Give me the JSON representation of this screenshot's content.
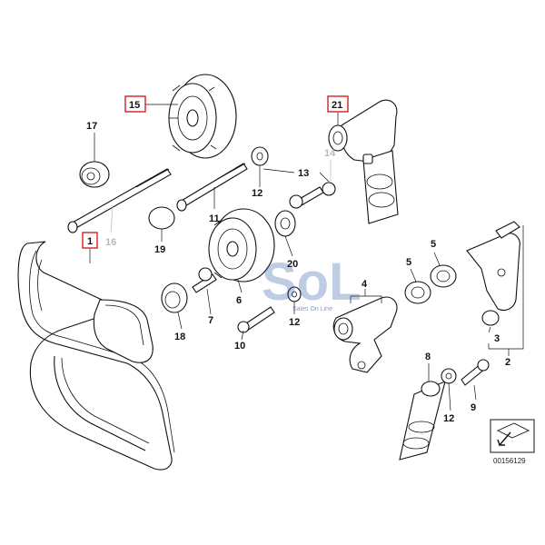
{
  "diagram_id": "00156129",
  "callouts": {
    "p1": "1",
    "p2": "2",
    "p3": "3",
    "p4": "4",
    "p5a": "5",
    "p5b": "5",
    "p6": "6",
    "p7": "7",
    "p8": "8",
    "p9": "9",
    "p10": "10",
    "p11": "11",
    "p12a": "12",
    "p12b": "12",
    "p12c": "12",
    "p13": "13",
    "p14": "14",
    "p15": "15",
    "p16": "16",
    "p17": "17",
    "p18": "18",
    "p19": "19",
    "p20": "20",
    "p21": "21"
  },
  "highlighted": [
    "1",
    "15",
    "21"
  ],
  "watermark": {
    "brand": "SoL",
    "tagline": "Sales On Line",
    "color": "#1a4fa0"
  },
  "colors": {
    "highlight": "#d21f1f",
    "line": "#111111",
    "muted": "#b8b8b8"
  }
}
